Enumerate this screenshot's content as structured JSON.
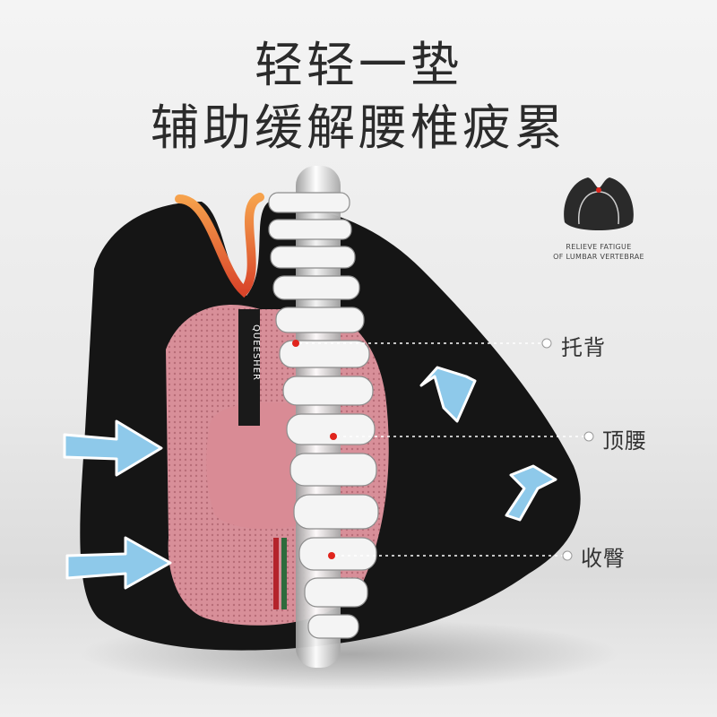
{
  "headline": {
    "line1": "轻轻一垫",
    "line2": "辅助缓解腰椎疲累"
  },
  "badge": {
    "icon": "lumbar-cushion-icon",
    "line1": "RELIEVE FATIGUE",
    "line2": "OF LUMBAR VERTEBRAE"
  },
  "callouts": [
    {
      "label": "托背"
    },
    {
      "label": "顶腰"
    },
    {
      "label": "收臀"
    }
  ],
  "product": {
    "strap_brand": "QUEESHER"
  },
  "colors": {
    "cushion_black": "#141414",
    "mesh_pink": "#d98b95",
    "arrow_blue": "#8ec9ea",
    "accent_orange": "#f08a3c",
    "marker_red": "#e0241c"
  }
}
